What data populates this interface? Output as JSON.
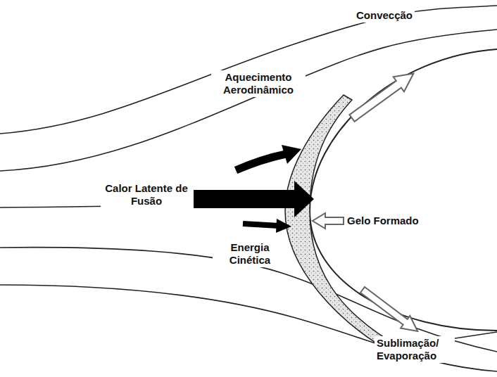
{
  "diagram": {
    "labels": [
      "Convecção",
      "Aquecimento Aerodinâmico",
      "Calor Latente de Fusão",
      "Gelo Formado",
      "Energia Cinética",
      "Sublimação/ Evaporação"
    ]
  }
}
